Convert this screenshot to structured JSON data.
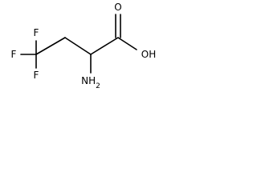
{
  "molecule": {
    "atoms": {
      "f_top": "F",
      "f_left": "F",
      "f_bottom": "F",
      "oxygen_carbonyl": "O",
      "hydroxyl": "OH",
      "amine": "NH",
      "amine_subscript": "2"
    }
  }
}
